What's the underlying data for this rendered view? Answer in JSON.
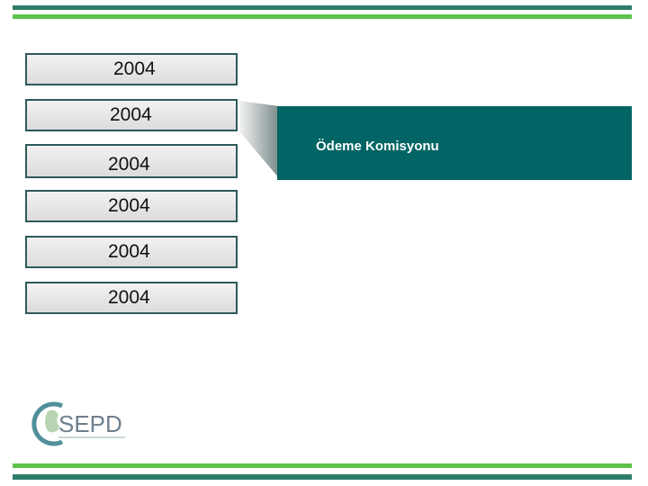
{
  "years": [
    "2004",
    "2004",
    "2004",
    "2004",
    "2004",
    "2004"
  ],
  "panel": {
    "title": "Ödeme Komisyonu"
  },
  "logo": {
    "text": "SEPD"
  },
  "colors": {
    "dark_green": "#2e7d6b",
    "light_green": "#5cc24a",
    "panel_teal": "#026464",
    "box_border": "#2d5a5a"
  }
}
